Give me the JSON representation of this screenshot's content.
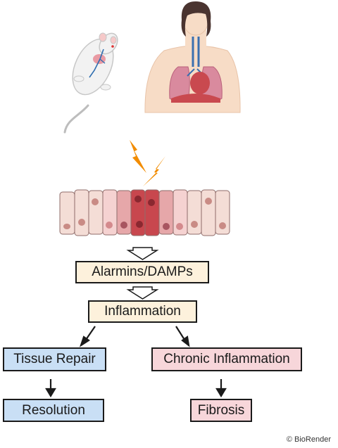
{
  "boxes": {
    "alarmins": "Alarmins/DAMPs",
    "inflammation": "Inflammation",
    "tissue_repair": "Tissue Repair",
    "chronic": "Chronic Inflammation",
    "resolution": "Resolution",
    "fibrosis": "Fibrosis"
  },
  "credit": "© BioRender",
  "colors": {
    "cream_box": "#fdf1dc",
    "blue_box": "#c9dff5",
    "pink_box": "#f7d6da",
    "lightning": "#f28c00",
    "healthy_cell": "#f4ddd6",
    "damaged_cell": "#c8474e"
  }
}
